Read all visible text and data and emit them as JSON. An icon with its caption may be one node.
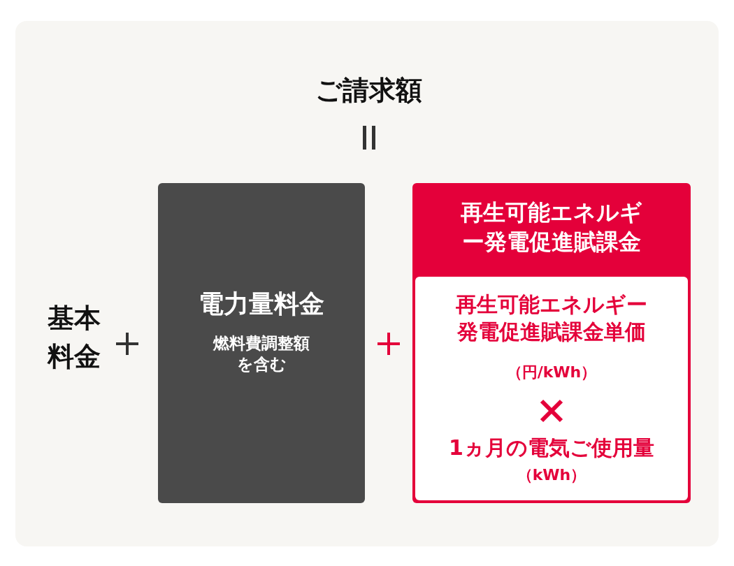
{
  "diagram": {
    "title": "ご請求額",
    "nodes": [
      {
        "text": [
          "電力量料金",
          "燃料費調整額を含む"
        ]
      },
      {
        "text": [
          "再生可能エネルギー発電促進賦課金"
        ]
      },
      {
        "text": [
          "再生可能エネルギー発電促進賦課金単価",
          "（円/kWh）",
          "1ヵ月の電気ご使用量",
          "（kWh）"
        ],
        "in": 1
      }
    ],
    "edges": [],
    "labels": [
      "基本料金"
    ]
  }
}
